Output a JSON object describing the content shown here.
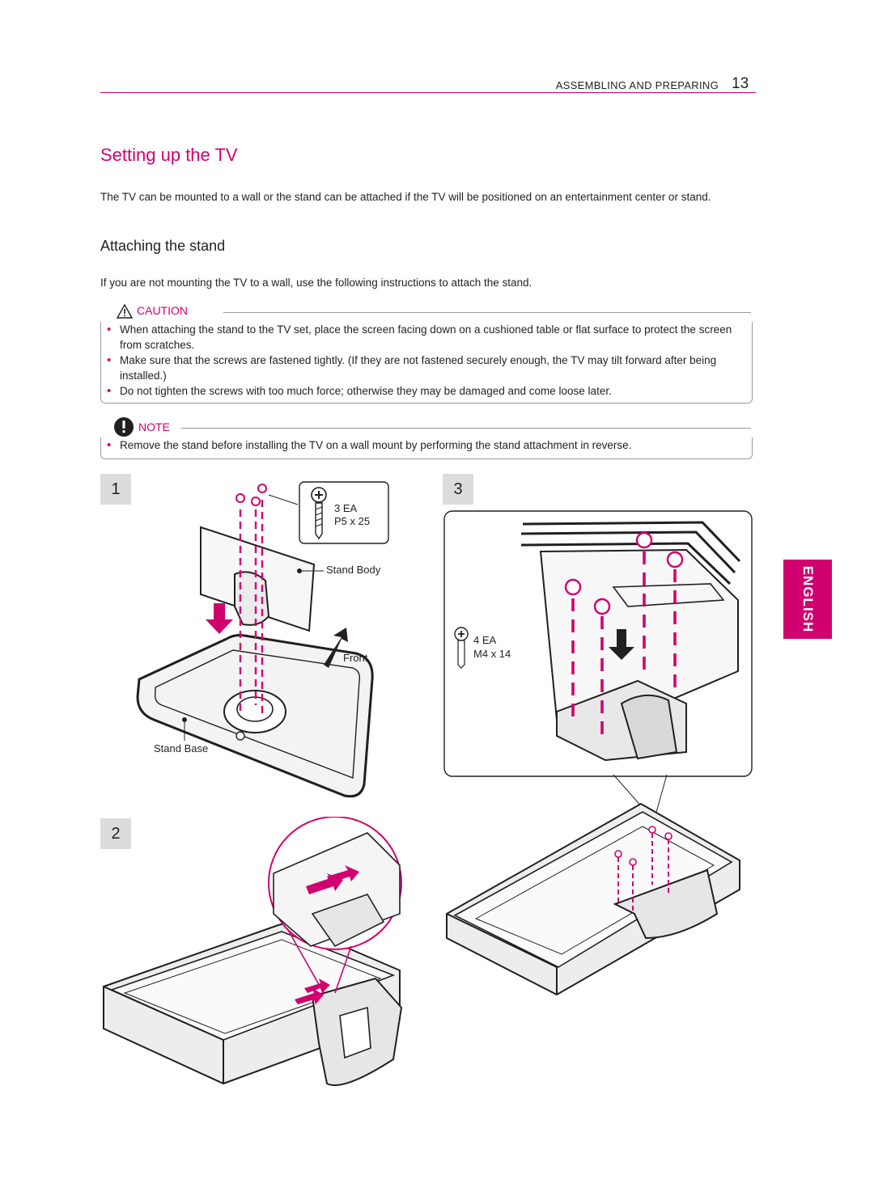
{
  "header": {
    "section": "ASSEMBLING AND PREPARING",
    "page_number": "13"
  },
  "title": "Setting up the TV",
  "intro": "The TV can be mounted to a wall or the stand can be attached if the TV will be positioned on an entertainment center or stand.",
  "subheading": "Attaching the stand",
  "instructions": "If you are not mounting the TV to a wall, use the following instructions to attach the stand.",
  "caution": {
    "label": "CAUTION",
    "items": [
      "When attaching the stand to the TV set, place the screen facing down on a cushioned table or flat surface to protect the screen from scratches.",
      "Make sure that the screws are fastened tightly. (If they are not fastened securely enough, the TV may tilt forward after being installed.)",
      "Do not tighten the screws with too much force; otherwise they may be damaged and come loose later."
    ]
  },
  "note": {
    "label": "NOTE",
    "items": [
      "Remove the stand before installing the TV on a wall mount by performing the stand attachment in reverse."
    ]
  },
  "steps": {
    "one": "1",
    "two": "2",
    "three": "3"
  },
  "figure1": {
    "screw_qty": "3 EA",
    "screw_size": "P5 x 25",
    "stand_body": "Stand Body",
    "front": "Front",
    "stand_base": "Stand Base"
  },
  "figure3": {
    "screw_qty": "4 EA",
    "screw_size": "M4 x 14"
  },
  "language_tab": "ENGLISH",
  "colors": {
    "accent": "#d1006f",
    "text": "#231f20",
    "border": "#9a9a9a"
  },
  "icons": [
    "caution-triangle-icon",
    "note-exclamation-icon",
    "screw-icon",
    "down-arrow-icon",
    "front-arrow-icon"
  ]
}
